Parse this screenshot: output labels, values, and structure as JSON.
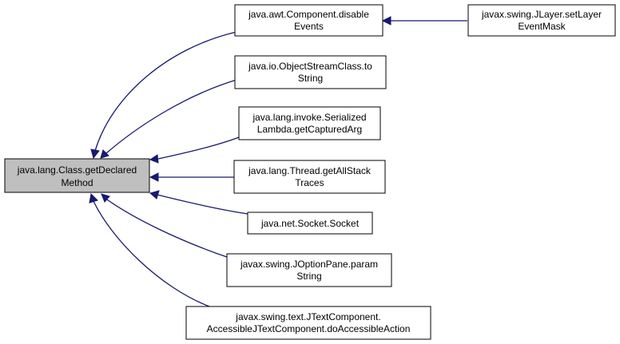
{
  "colors": {
    "edge": "#191970",
    "root_fill": "#bfbfbf",
    "node_fill": "#ffffff",
    "border": "#000000"
  },
  "nodes": {
    "root": {
      "line1": "java.lang.Class.getDeclared",
      "line2": "Method"
    },
    "disable_events": {
      "line1": "java.awt.Component.disable",
      "line2": "Events"
    },
    "jlayer_set_layer_event_mask": {
      "line1": "javax.swing.JLayer.setLayer",
      "line2": "EventMask"
    },
    "object_stream_class_to_string": {
      "line1": "java.io.ObjectStreamClass.to",
      "line2": "String"
    },
    "serialized_lambda_get_captured_arg": {
      "line1": "java.lang.invoke.Serialized",
      "line2": "Lambda.getCapturedArg"
    },
    "thread_get_all_stack_traces": {
      "line1": "java.lang.Thread.getAllStack",
      "line2": "Traces"
    },
    "socket_socket": {
      "line1": "java.net.Socket.Socket"
    },
    "joption_pane_param_string": {
      "line1": "javax.swing.JOptionPane.param",
      "line2": "String"
    },
    "jtext_component_do_accessible_action": {
      "line1": "javax.swing.text.JTextComponent.",
      "line2": "AccessibleJTextComponent.doAccessibleAction"
    }
  }
}
